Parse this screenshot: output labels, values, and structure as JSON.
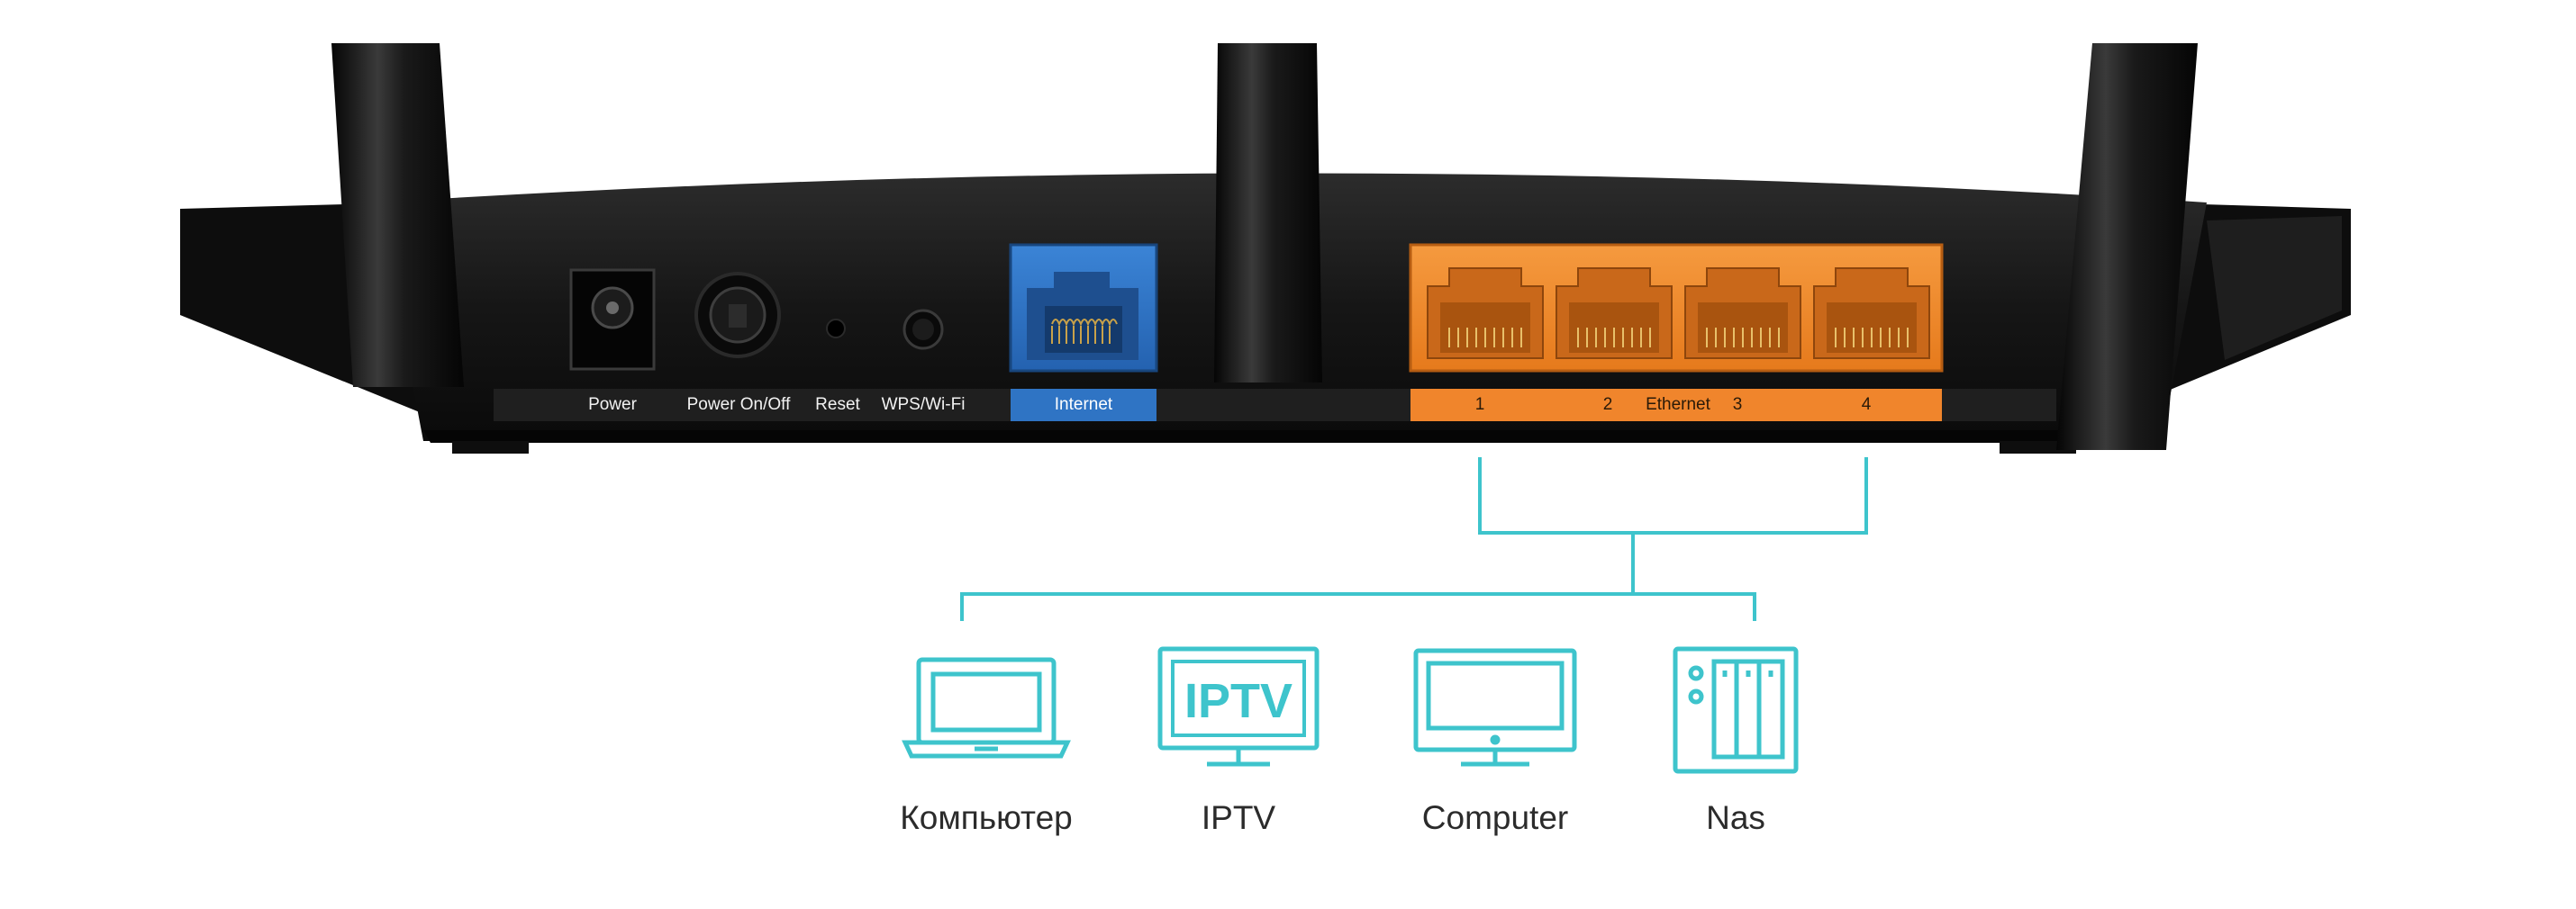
{
  "router": {
    "ports": {
      "power": "Power",
      "power_switch": "Power On/Off",
      "reset": "Reset",
      "wps": "WPS/Wi-Fi",
      "internet": "Internet",
      "ethernet_title": "Ethernet",
      "lan": [
        "1",
        "2",
        "3",
        "4"
      ]
    },
    "colors": {
      "body": "#141414",
      "internet_port": "#2f74c4",
      "ethernet_ports": "#f0852c",
      "connector_lines": "#3ec4cc"
    }
  },
  "devices": [
    {
      "label": "Компьютер",
      "icon": "laptop-icon"
    },
    {
      "label": "IPTV",
      "icon": "tv-icon",
      "screen_text": "IPTV"
    },
    {
      "label": "Computer",
      "icon": "monitor-icon"
    },
    {
      "label": "Nas",
      "icon": "nas-icon"
    }
  ]
}
